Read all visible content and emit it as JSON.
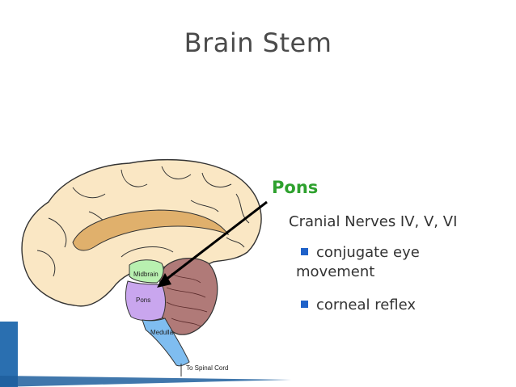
{
  "slide": {
    "title": "Brain Stem",
    "heading": "Pons",
    "subheading": "Cranial Nerves IV, V, VI",
    "bullets": [
      "conjugate eye",
      "movement",
      "corneal reflex"
    ]
  },
  "diagram": {
    "labels": {
      "midbrain": "Midbrain",
      "pons": "Pons",
      "medulla": "Medulla",
      "spinal_cord": "To Spinal Cord"
    }
  },
  "colors": {
    "heading": "#2ea12e",
    "bullet_square": "#1f62c9",
    "midbrain": "#b8f0b0",
    "pons": "#c9a6ee",
    "medulla": "#7fbdf0",
    "cerebellum": "#b07a78",
    "cortex": "#fae7c4"
  }
}
